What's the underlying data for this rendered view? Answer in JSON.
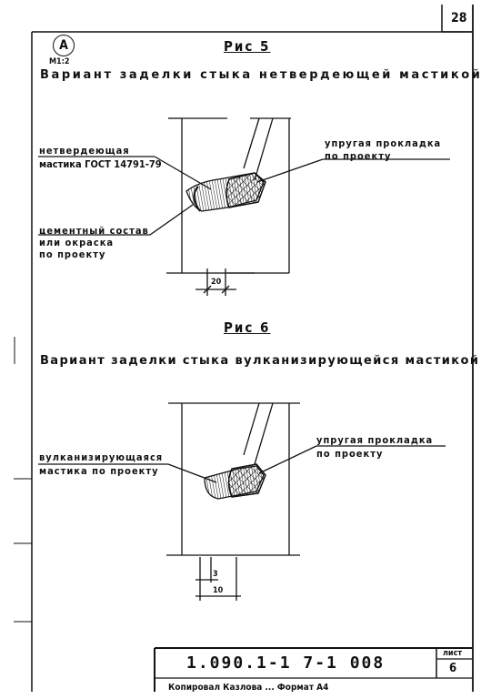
{
  "sheet": {
    "page_number": "28",
    "scale_circle_letter": "A",
    "scale": "M1:2",
    "doc_code": "1.090.1-1 7-1 008",
    "sheet_label": "лист",
    "sheet_number": "6",
    "footer_text": "Копировал  Казлова   ...   Формат А4"
  },
  "figure5": {
    "title": "Рис 5",
    "heading": "Вариант заделки стыка нетвердеющей мастикой",
    "callout_mastic_line1": "нетвердеющая",
    "callout_mastic_line2": "мастика ГОСТ 14791-79",
    "callout_cement_line1": "цементный состав",
    "callout_cement_line2": "или окраска",
    "callout_cement_line3": "по проекту",
    "callout_gasket_line1": "упругая прокладка",
    "callout_gasket_line2": "по проекту",
    "dimension": "20"
  },
  "figure6": {
    "title": "Рис 6",
    "heading": "Вариант заделки стыка вулканизирующейся мастикой",
    "callout_mastic_line1": "вулканизирующаяся",
    "callout_mastic_line2": "мастика по проекту",
    "callout_gasket_line1": "упругая прокладка",
    "callout_gasket_line2": "по проекту",
    "dimension_inner": "3",
    "dimension_outer": "10"
  }
}
